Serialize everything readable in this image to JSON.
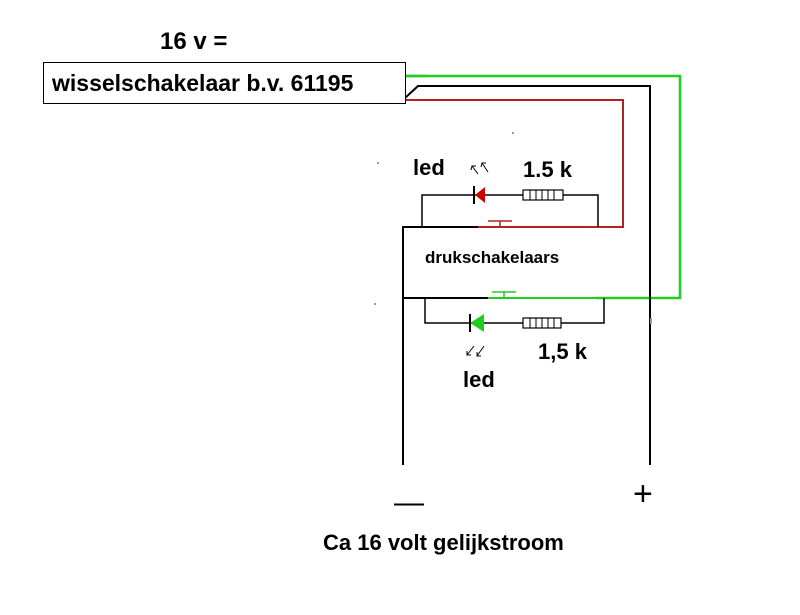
{
  "diagram": {
    "supply_label": "16 v =",
    "switch_label": "wisselschakelaar b.v. 61195",
    "led_top_label": "led",
    "resistor_top_label": "1.5 k",
    "pushbutton_label": "drukschakelaars",
    "resistor_bottom_label": "1,5 k",
    "led_bottom_label": "led",
    "minus_symbol": "—",
    "plus_symbol": "+",
    "footer_label": "Ca 16 volt gelijkstroom"
  },
  "colors": {
    "wire_black": "#000000",
    "wire_red": "#b22222",
    "wire_green": "#22cc22",
    "led_red": "#cc0000",
    "led_green": "#22cc22"
  }
}
